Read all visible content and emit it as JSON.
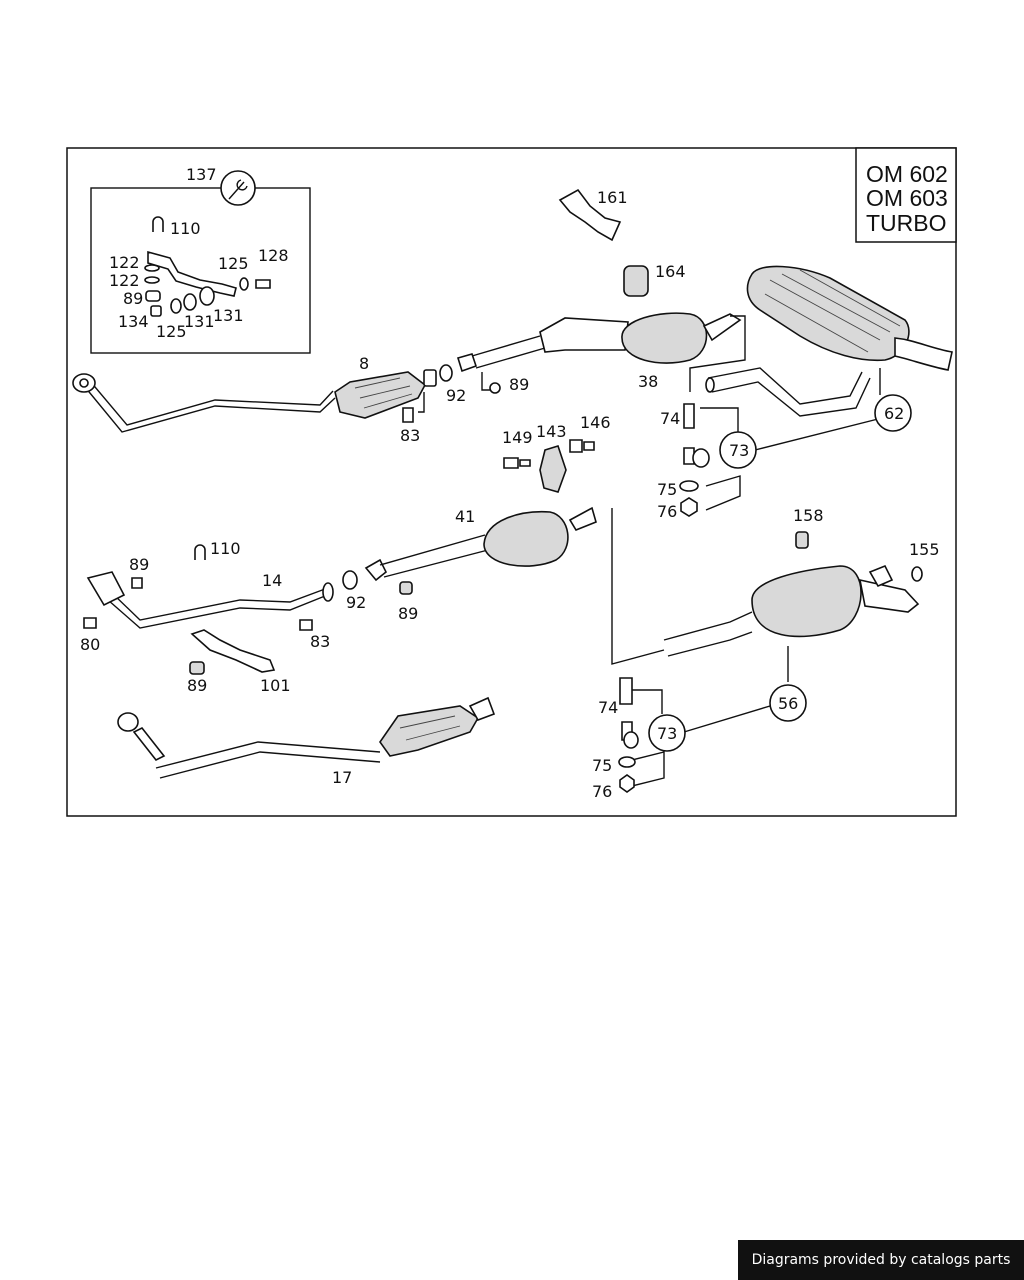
{
  "engine": {
    "line1": "OM 602",
    "line2": "OM 603",
    "line3": "TURBO"
  },
  "callouts": {
    "p137": "137",
    "p110a": "110",
    "p122a": "122",
    "p122b": "122",
    "p125a": "125",
    "p128": "128",
    "p89a": "89",
    "p134": "134",
    "p125b": "125",
    "p131a": "131",
    "p131b": "131",
    "p161": "161",
    "p164": "164",
    "p8": "8",
    "p92a": "92",
    "p89b": "89",
    "p38": "38",
    "p83a": "83",
    "p149": "149",
    "p143": "143",
    "p146": "146",
    "p74a": "74",
    "p73a": "73",
    "p75a": "75",
    "p76a": "76",
    "p62": "62",
    "p41": "41",
    "p158": "158",
    "p155": "155",
    "p89c": "89",
    "p110b": "110",
    "p14": "14",
    "p92b": "92",
    "p89d": "89",
    "p80": "80",
    "p83b": "83",
    "p89e": "89",
    "p101": "101",
    "p74b": "74",
    "p73b": "73",
    "p56": "56",
    "p75b": "75",
    "p76b": "76",
    "p17": "17"
  },
  "footer": {
    "credit": "Diagrams provided by catalogs parts"
  }
}
